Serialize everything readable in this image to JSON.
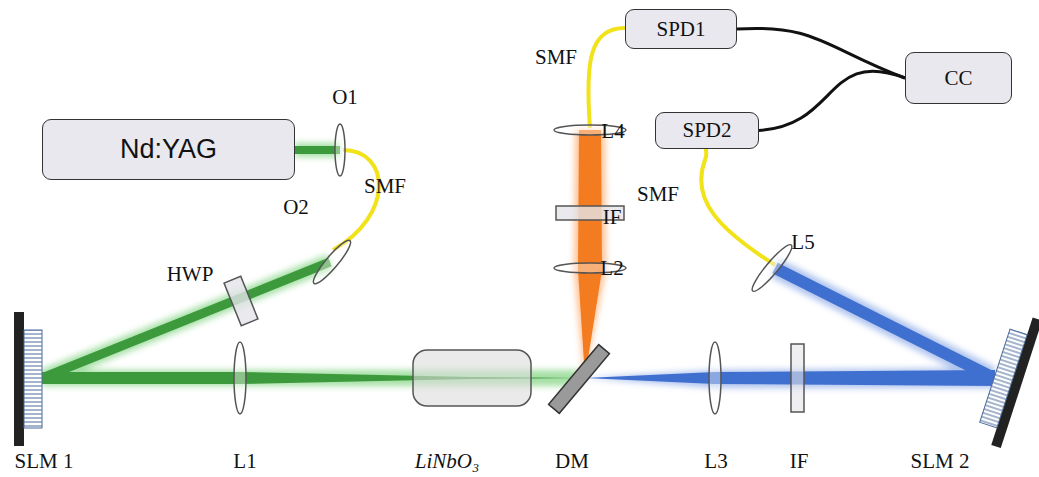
{
  "diagram": {
    "nodes": [
      {
        "text": [
          "Nd:YAG"
        ]
      },
      {
        "text": [
          "SPD1"
        ]
      },
      {
        "text": [
          "SPD2"
        ]
      },
      {
        "text": [
          "CC"
        ]
      }
    ],
    "edges": [
      {
        "from": 1,
        "to": 3,
        "arrow": "none"
      },
      {
        "from": 2,
        "to": 3,
        "arrow": "none"
      }
    ],
    "labels": [
      "O1",
      "SMF",
      "O2",
      "HWP",
      "SLM 1",
      "L1",
      "LiNbO₃",
      "DM",
      "L3",
      "IF",
      "SLM 2",
      "SMF",
      "L4",
      "IF",
      "L2",
      "SMF",
      "L5"
    ]
  }
}
